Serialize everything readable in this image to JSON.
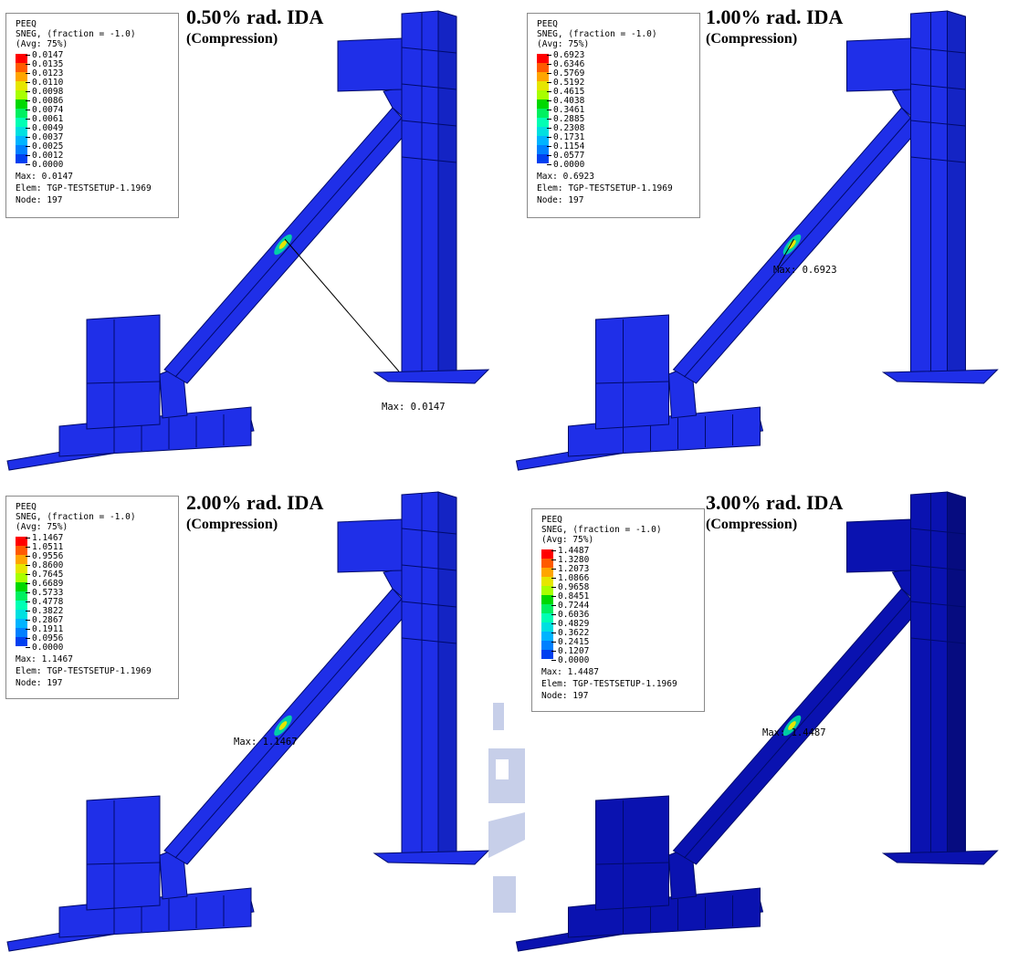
{
  "colors": {
    "structure": "#1f2fe8",
    "structure_dark": "#0a12b0",
    "edge": "#000a6a",
    "scale": [
      "#ff0000",
      "#ff5a00",
      "#ffa500",
      "#e6e600",
      "#a8ff00",
      "#00d800",
      "#00f060",
      "#00ffb4",
      "#00e0e0",
      "#00b4ff",
      "#0080ff",
      "#0040f0",
      "#0000c8"
    ]
  },
  "panels": [
    {
      "title": "0.50% rad. IDA",
      "subtitle": "(Compression)",
      "legend": {
        "var": "PEEQ",
        "sneg": "SNEG, (fraction = -1.0)",
        "avg": "(Avg: 75%)",
        "values": [
          "0.0147",
          "0.0135",
          "0.0123",
          "0.0110",
          "0.0098",
          "0.0086",
          "0.0074",
          "0.0061",
          "0.0049",
          "0.0037",
          "0.0025",
          "0.0012",
          "0.0000"
        ],
        "max": "Max: 0.0147",
        "elem": "Elem: TGP-TESTSETUP-1.1969",
        "node": "Node: 197"
      },
      "max_label": "Max: 0.0147"
    },
    {
      "title": "1.00% rad. IDA",
      "subtitle": "(Compression)",
      "legend": {
        "var": "PEEQ",
        "sneg": "SNEG, (fraction = -1.0)",
        "avg": "(Avg: 75%)",
        "values": [
          "0.6923",
          "0.6346",
          "0.5769",
          "0.5192",
          "0.4615",
          "0.4038",
          "0.3461",
          "0.2885",
          "0.2308",
          "0.1731",
          "0.1154",
          "0.0577",
          "0.0000"
        ],
        "max": "Max: 0.6923",
        "elem": "Elem: TGP-TESTSETUP-1.1969",
        "node": "Node: 197"
      },
      "max_label": "Max: 0.6923"
    },
    {
      "title": "2.00% rad. IDA",
      "subtitle": "(Compression)",
      "legend": {
        "var": "PEEQ",
        "sneg": "SNEG, (fraction = -1.0)",
        "avg": "(Avg: 75%)",
        "values": [
          "1.1467",
          "1.0511",
          "0.9556",
          "0.8600",
          "0.7645",
          "0.6689",
          "0.5733",
          "0.4778",
          "0.3822",
          "0.2867",
          "0.1911",
          "0.0956",
          "0.0000"
        ],
        "max": "Max: 1.1467",
        "elem": "Elem: TGP-TESTSETUP-1.1969",
        "node": "Node: 197"
      },
      "max_label": "Max: 1.1467"
    },
    {
      "title": "3.00% rad. IDA",
      "subtitle": "(Compression)",
      "legend": {
        "var": "PEEQ",
        "sneg": "SNEG, (fraction = -1.0)",
        "avg": "(Avg: 75%)",
        "values": [
          "1.4487",
          "1.3280",
          "1.2073",
          "1.0866",
          "0.9658",
          "0.8451",
          "0.7244",
          "0.6036",
          "0.4829",
          "0.3622",
          "0.2415",
          "0.1207",
          "0.0000"
        ],
        "max": "Max: 1.4487",
        "elem": "Elem: TGP-TESTSETUP-1.1969",
        "node": "Node: 197"
      },
      "max_label": "Max: 1.4487"
    }
  ]
}
